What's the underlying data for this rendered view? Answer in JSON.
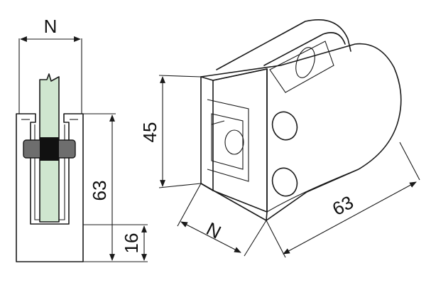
{
  "side_view": {
    "width_label": "N",
    "height_label": "63",
    "bottom_label": "16"
  },
  "iso_view": {
    "height_label": "45",
    "depth_label": "N",
    "length_label": "63"
  },
  "colors": {
    "glass": "#cfe6cf",
    "rubber": "#111111",
    "bolt": "#6e6e6e",
    "line": "#1a1a1a"
  }
}
